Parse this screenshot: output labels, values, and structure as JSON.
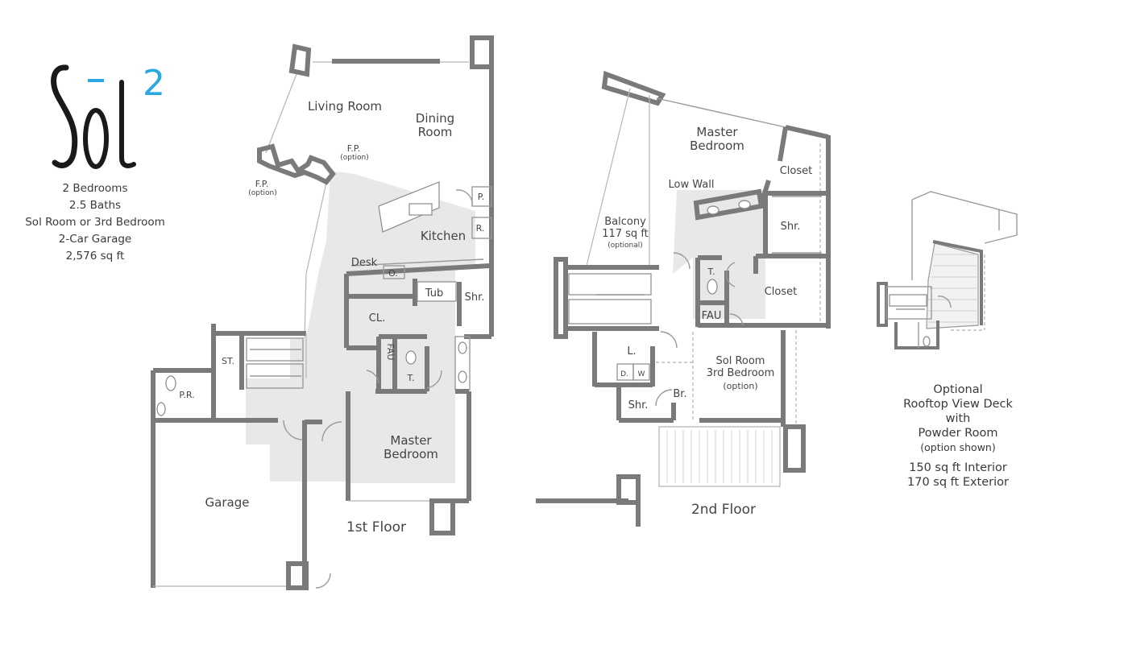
{
  "logo": {
    "word": "sōl",
    "superscript": "2",
    "accent_color": "#2aa8e0",
    "ink_color": "#1a1a1a"
  },
  "summary": {
    "lines": [
      "2 Bedrooms",
      "2.5 Baths",
      "Sol Room or 3rd Bedroom",
      "2-Car Garage",
      "2,576 sq ft"
    ]
  },
  "first_floor": {
    "title": "1st Floor",
    "rooms": {
      "living": "Living Room",
      "dining_1": "Dining",
      "dining_2": "Room",
      "fp_1": "F.P.",
      "fp_1_opt": "(option)",
      "fp_2": "F.P.",
      "fp_2_opt": "(option)",
      "pantry": "P.",
      "fridge": "R.",
      "kitchen": "Kitchen",
      "desk": "Desk",
      "oven": "O.",
      "tub": "Tub",
      "shower": "Shr.",
      "closet": "CL.",
      "fau": "FAU",
      "toilet": "T.",
      "storage": "ST.",
      "powder": "P.R.",
      "master_1": "Master",
      "master_2": "Bedroom",
      "garage": "Garage"
    }
  },
  "second_floor": {
    "title": "2nd Floor",
    "rooms": {
      "master_1": "Master",
      "master_2": "Bedroom",
      "closet_top": "Closet",
      "low_wall": "Low Wall",
      "shower_top": "Shr.",
      "balcony_1": "Balcony",
      "balcony_2": "117 sq ft",
      "balcony_3": "(optional)",
      "toilet": "T.",
      "closet": "Closet",
      "fau": "FAU",
      "laundry": "L.",
      "dryer": "D.",
      "washer": "W",
      "sol_1": "Sol Room",
      "sol_2": "3rd Bedroom",
      "sol_3": "(option)",
      "bath": "Br.",
      "shower": "Shr."
    }
  },
  "rooftop": {
    "lines": [
      "Optional",
      "Rooftop View Deck",
      "with",
      "Powder Room"
    ],
    "option_note": "(option shown)",
    "interior": "150 sq ft Interior",
    "exterior": "170 sq ft Exterior"
  }
}
